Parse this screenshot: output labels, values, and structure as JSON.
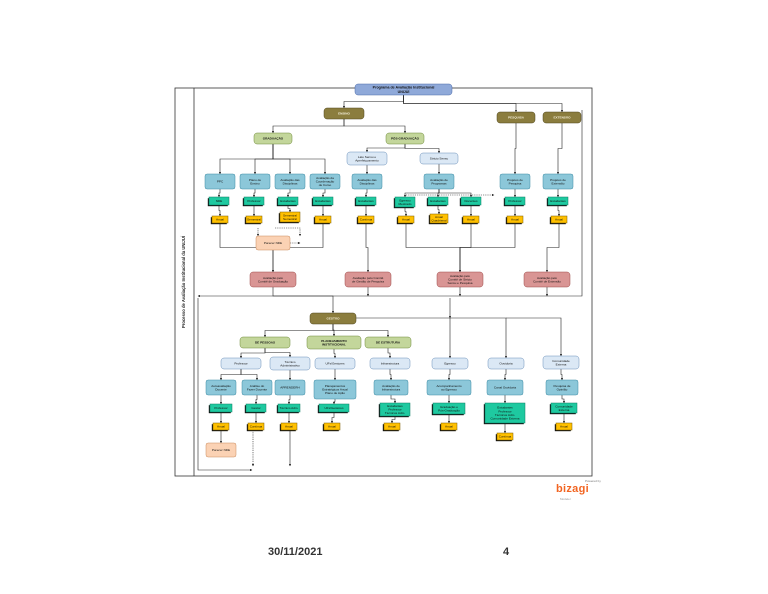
{
  "page": {
    "date": "30/11/2021",
    "number": "4"
  },
  "logo": {
    "powered": "Powered by",
    "word": "bizagi",
    "sub": "Modeler"
  },
  "diagram": {
    "side_label": "Processo de Avaliação Institucional da UNIJUÍ",
    "colors": {
      "root": "#8fa9d9",
      "olive": "#8b7d3e",
      "green": "#c3d69b",
      "lightblue": "#dbe8f5",
      "task": "#8cc7d9",
      "teal": "#1ec9a0",
      "yellow": "#ffc000",
      "peach": "#fbd2b4",
      "red": "#d99594"
    },
    "nodes": [
      {
        "id": "root",
        "label": "Programa de Avaliação Institucional\nUNIJUÍ",
        "kind": "root"
      },
      {
        "id": "ensino",
        "label": "ENSINO",
        "kind": "olive"
      },
      {
        "id": "pesquisa",
        "label": "PESQUISA",
        "kind": "olive"
      },
      {
        "id": "extensao",
        "label": "EXTENSÃO",
        "kind": "olive"
      },
      {
        "id": "graduacao",
        "label": "GRADUAÇÃO",
        "kind": "green"
      },
      {
        "id": "posgrad",
        "label": "PÓS-GRADUAÇÃO",
        "kind": "green"
      },
      {
        "id": "latosensu",
        "label": "Lato Sensu e\nAperfeiçoamento",
        "kind": "lightblue"
      },
      {
        "id": "strictosensu",
        "label": "Stricto Sensu",
        "kind": "lightblue"
      },
      {
        "id": "ppc",
        "label": "PPC",
        "kind": "task"
      },
      {
        "id": "planoensino",
        "label": "Plano de\nEnsino",
        "kind": "task"
      },
      {
        "id": "avaldisc",
        "label": "Avaliação das\nDisciplinas",
        "kind": "task"
      },
      {
        "id": "avalcoord",
        "label": "Avaliação da\nCoordenação\nde Curso",
        "kind": "task"
      },
      {
        "id": "avaldisc2",
        "label": "Avaliação das\nDisciplinas",
        "kind": "task"
      },
      {
        "id": "avalprog",
        "label": "Avaliação de\nProgramas",
        "kind": "task"
      },
      {
        "id": "projpesq",
        "label": "Projetos de\nPesquisa",
        "kind": "task"
      },
      {
        "id": "projext",
        "label": "Projetos de\nExtensão",
        "kind": "task"
      },
      {
        "id": "d_ppc",
        "label": "NDE",
        "kind": "teal"
      },
      {
        "id": "d_plano",
        "label": "Professor",
        "kind": "teal"
      },
      {
        "id": "d_disc",
        "label": "Estudantes",
        "kind": "teal"
      },
      {
        "id": "d_coord",
        "label": "Estudantes",
        "kind": "teal"
      },
      {
        "id": "d_disc2",
        "label": "Estudantes",
        "kind": "teal"
      },
      {
        "id": "d_prog1",
        "label": "Egresso\nMestrado",
        "kind": "teal"
      },
      {
        "id": "d_prog2",
        "label": "Estudantes",
        "kind": "teal"
      },
      {
        "id": "d_prog3",
        "label": "Docentes",
        "kind": "teal"
      },
      {
        "id": "d_pesq",
        "label": "Professor",
        "kind": "teal"
      },
      {
        "id": "d_ext",
        "label": "Estudantes",
        "kind": "teal"
      },
      {
        "id": "y_ppc",
        "label": "Anual",
        "kind": "yellow"
      },
      {
        "id": "y_plano",
        "label": "Semestral",
        "kind": "yellow"
      },
      {
        "id": "y_disc",
        "label": "Semestral\nSemestral",
        "kind": "yellow"
      },
      {
        "id": "y_coord",
        "label": "Anual",
        "kind": "yellow"
      },
      {
        "id": "y_disc2",
        "label": "Contínua",
        "kind": "yellow"
      },
      {
        "id": "y_prog1",
        "label": "Anual",
        "kind": "yellow"
      },
      {
        "id": "y_prog2",
        "label": "Anual\nQuadrienal",
        "kind": "yellow"
      },
      {
        "id": "y_prog3",
        "label": "Anual",
        "kind": "yellow"
      },
      {
        "id": "y_pesq",
        "label": "Anual",
        "kind": "yellow"
      },
      {
        "id": "y_ext",
        "label": "Anual",
        "kind": "yellow"
      },
      {
        "id": "parecer1",
        "label": "Parecer NDE",
        "kind": "peach"
      },
      {
        "id": "c_grad",
        "label": "Avaliação pelo\nComitê de Graduação",
        "kind": "red"
      },
      {
        "id": "c_pg",
        "label": "Avaliação pelo Comitê\nde Gestão de Pesquisa",
        "kind": "red"
      },
      {
        "id": "c_ss",
        "label": "Avaliação pelo\nComitê de Stricto\nSensu e Pesquisa",
        "kind": "red"
      },
      {
        "id": "c_ext",
        "label": "Avaliação pelo\nComitê de Extensão",
        "kind": "red"
      },
      {
        "id": "gestao",
        "label": "GESTÃO",
        "kind": "olive"
      },
      {
        "id": "pessoas",
        "label": "DE PESSOAS",
        "kind": "green"
      },
      {
        "id": "planej",
        "label": "PLANEJAMENTO\nINSTITUCIONAL",
        "kind": "green"
      },
      {
        "id": "estrutura",
        "label": "DE ESTRUTURA",
        "kind": "green"
      },
      {
        "id": "professor",
        "label": "Professor",
        "kind": "lightblue"
      },
      {
        "id": "tecnicos",
        "label": "Técnico\nAdministrativo",
        "kind": "lightblue"
      },
      {
        "id": "ufs",
        "label": "UFs/Gestores",
        "kind": "lightblue"
      },
      {
        "id": "infra",
        "label": "Infraestrutura",
        "kind": "lightblue"
      },
      {
        "id": "egresso",
        "label": "Egresso",
        "kind": "lightblue"
      },
      {
        "id": "ouvidoria",
        "label": "Ouvidoria",
        "kind": "lightblue"
      },
      {
        "id": "comunidade",
        "label": "Comunidade\nExterna",
        "kind": "lightblue"
      },
      {
        "id": "autoaval",
        "label": "Autoavaliação\nDocente",
        "kind": "task"
      },
      {
        "id": "analise",
        "label": "Análise do\nFazer Docente",
        "kind": "task"
      },
      {
        "id": "aprender",
        "label": "APRENDERH",
        "kind": "task"
      },
      {
        "id": "planejamentos",
        "label": "Planejamentos\nEstratégicos Anual\nPlano de Ação",
        "kind": "task"
      },
      {
        "id": "avalinfra",
        "label": "Avaliação de\nInfraestrutura",
        "kind": "task"
      },
      {
        "id": "acompegr",
        "label": "Acompanhamento\nao Egresso",
        "kind": "task"
      },
      {
        "id": "canal",
        "label": "Canal Ouvidoria",
        "kind": "task"
      },
      {
        "id": "pesqopin",
        "label": "Pesquisa de\nOpinião",
        "kind": "task"
      },
      {
        "id": "t_autoaval",
        "label": "Professor",
        "kind": "teal"
      },
      {
        "id": "t_analise",
        "label": "Gestor",
        "kind": "teal"
      },
      {
        "id": "t_aprender",
        "label": "Técnico Adm.",
        "kind": "teal"
      },
      {
        "id": "t_ufs",
        "label": "UFs/Gestores",
        "kind": "teal"
      },
      {
        "id": "t_infra",
        "label": "Estudantes\nProfessor\nTécnicos Adm.",
        "kind": "teal"
      },
      {
        "id": "t_egresso",
        "label": "Graduação e\nPós-Graduação",
        "kind": "teal"
      },
      {
        "id": "t_ouvid",
        "label": "Estudantes\nProfessor\nTécnicos Adm.\nComunidade Externa",
        "kind": "teal"
      },
      {
        "id": "t_comun",
        "label": "Comunidade\nExterna",
        "kind": "teal"
      },
      {
        "id": "yb_autoaval",
        "label": "Anual",
        "kind": "yellow"
      },
      {
        "id": "yb_analise",
        "label": "Contínua",
        "kind": "yellow"
      },
      {
        "id": "yb_aprender",
        "label": "Anual",
        "kind": "yellow"
      },
      {
        "id": "yb_ufs",
        "label": "Anual",
        "kind": "yellow"
      },
      {
        "id": "yb_infra",
        "label": "Anual",
        "kind": "yellow"
      },
      {
        "id": "yb_egresso",
        "label": "Anual",
        "kind": "yellow"
      },
      {
        "id": "yb_ouvid",
        "label": "Contínua",
        "kind": "yellow"
      },
      {
        "id": "yb_comun",
        "label": "Anual",
        "kind": "yellow"
      },
      {
        "id": "parecer2",
        "label": "Parecer NDE",
        "kind": "peach"
      }
    ]
  }
}
